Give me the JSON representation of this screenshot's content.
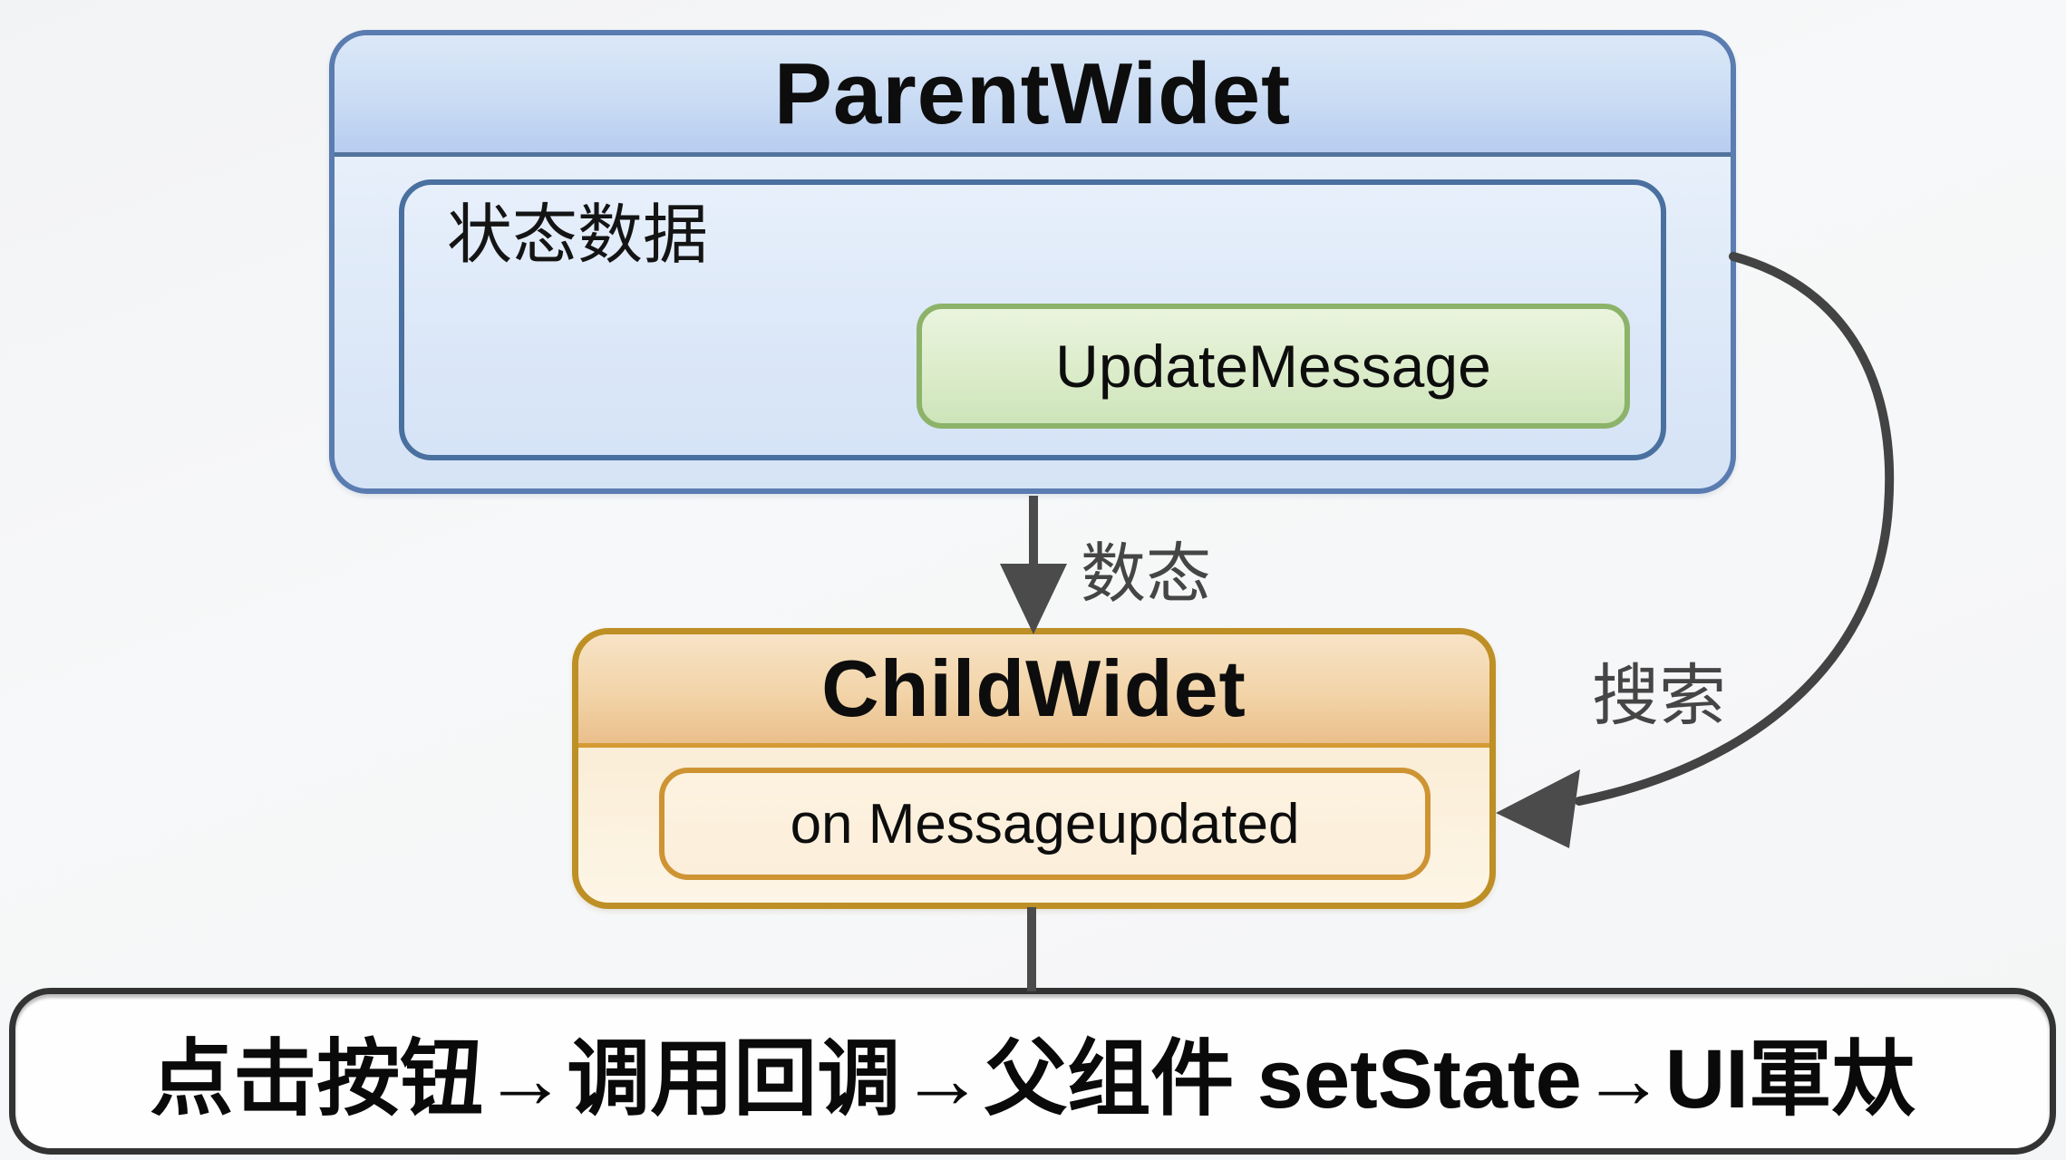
{
  "diagram": {
    "parent_widget": {
      "title": "ParentWidet",
      "state_box": {
        "label": "状态数据"
      },
      "button": {
        "label": "UpdateMessage"
      }
    },
    "child_widget": {
      "title": "ChildWidet",
      "handler": {
        "label": "on Messageupdated"
      }
    },
    "edges": {
      "parent_to_child": {
        "label": "数态",
        "direction": "parent → child",
        "style": "straight-down-arrow"
      },
      "child_to_parent": {
        "label": "搜索",
        "direction": "parent right edge → child right edge",
        "style": "curved-arrow"
      },
      "child_to_caption": {
        "label": "",
        "style": "plain-line"
      }
    },
    "caption": {
      "text": "点击按钮→调用回调→父组件 setState→UI軍夶"
    },
    "colors": {
      "background": "#f5f6f7",
      "parent_border": "#5a7cb0",
      "parent_header_fill": "#c9dcf4",
      "parent_body_fill": "#dce8f8",
      "button_border": "#8cb369",
      "button_fill": "#dcedcb",
      "child_border": "#bd8f25",
      "child_header_fill": "#f2d5a6",
      "child_body_fill": "#faeeda",
      "arrow_stroke": "#474747",
      "caption_border": "#333333",
      "caption_fill": "#fefefe",
      "text": "#0d0d0d"
    }
  }
}
